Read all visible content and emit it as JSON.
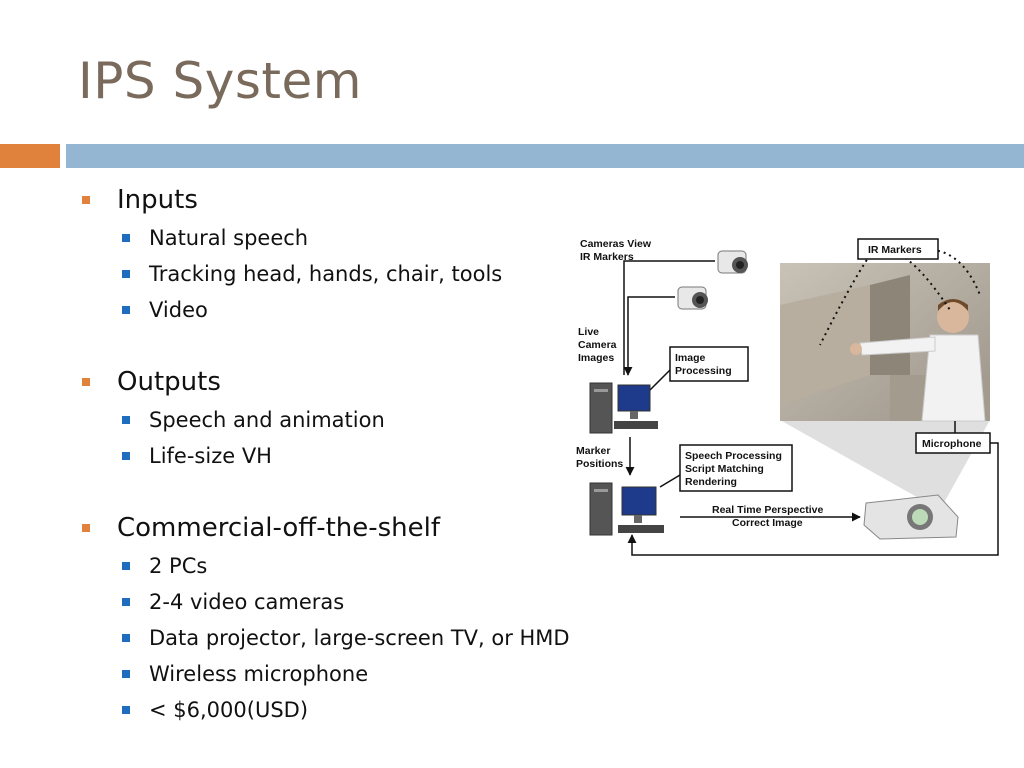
{
  "slide": {
    "title": "IPS System",
    "accent_orange": "#e0813c",
    "accent_blue": "#94b6d2",
    "title_color": "#7a6a5c",
    "bullet_sub_color": "#1f6dbf"
  },
  "sections": [
    {
      "heading": "Inputs",
      "items": [
        "Natural speech",
        "Tracking head, hands, chair, tools",
        "Video"
      ]
    },
    {
      "heading": "Outputs",
      "items": [
        "Speech and animation",
        "Life-size VH"
      ]
    },
    {
      "heading": "Commercial-off-the-shelf",
      "items": [
        "2 PCs",
        "2-4 video cameras",
        "Data projector, large-screen TV, or HMD",
        "Wireless microphone",
        "< $6,000(USD)"
      ]
    }
  ],
  "diagram": {
    "cameras_view_1": "Cameras View",
    "cameras_view_2": "IR Markers",
    "live_1": "Live",
    "live_2": "Camera",
    "live_3": "Images",
    "image_proc_1": "Image",
    "image_proc_2": "Processing",
    "marker_1": "Marker",
    "marker_2": "Positions",
    "speech_1": "Speech Processing",
    "speech_2": "Script Matching",
    "speech_3": "Rendering",
    "realtime_1": "Real Time Perspective",
    "realtime_2": "Correct Image",
    "ir_markers": "IR Markers",
    "microphone": "Microphone"
  }
}
